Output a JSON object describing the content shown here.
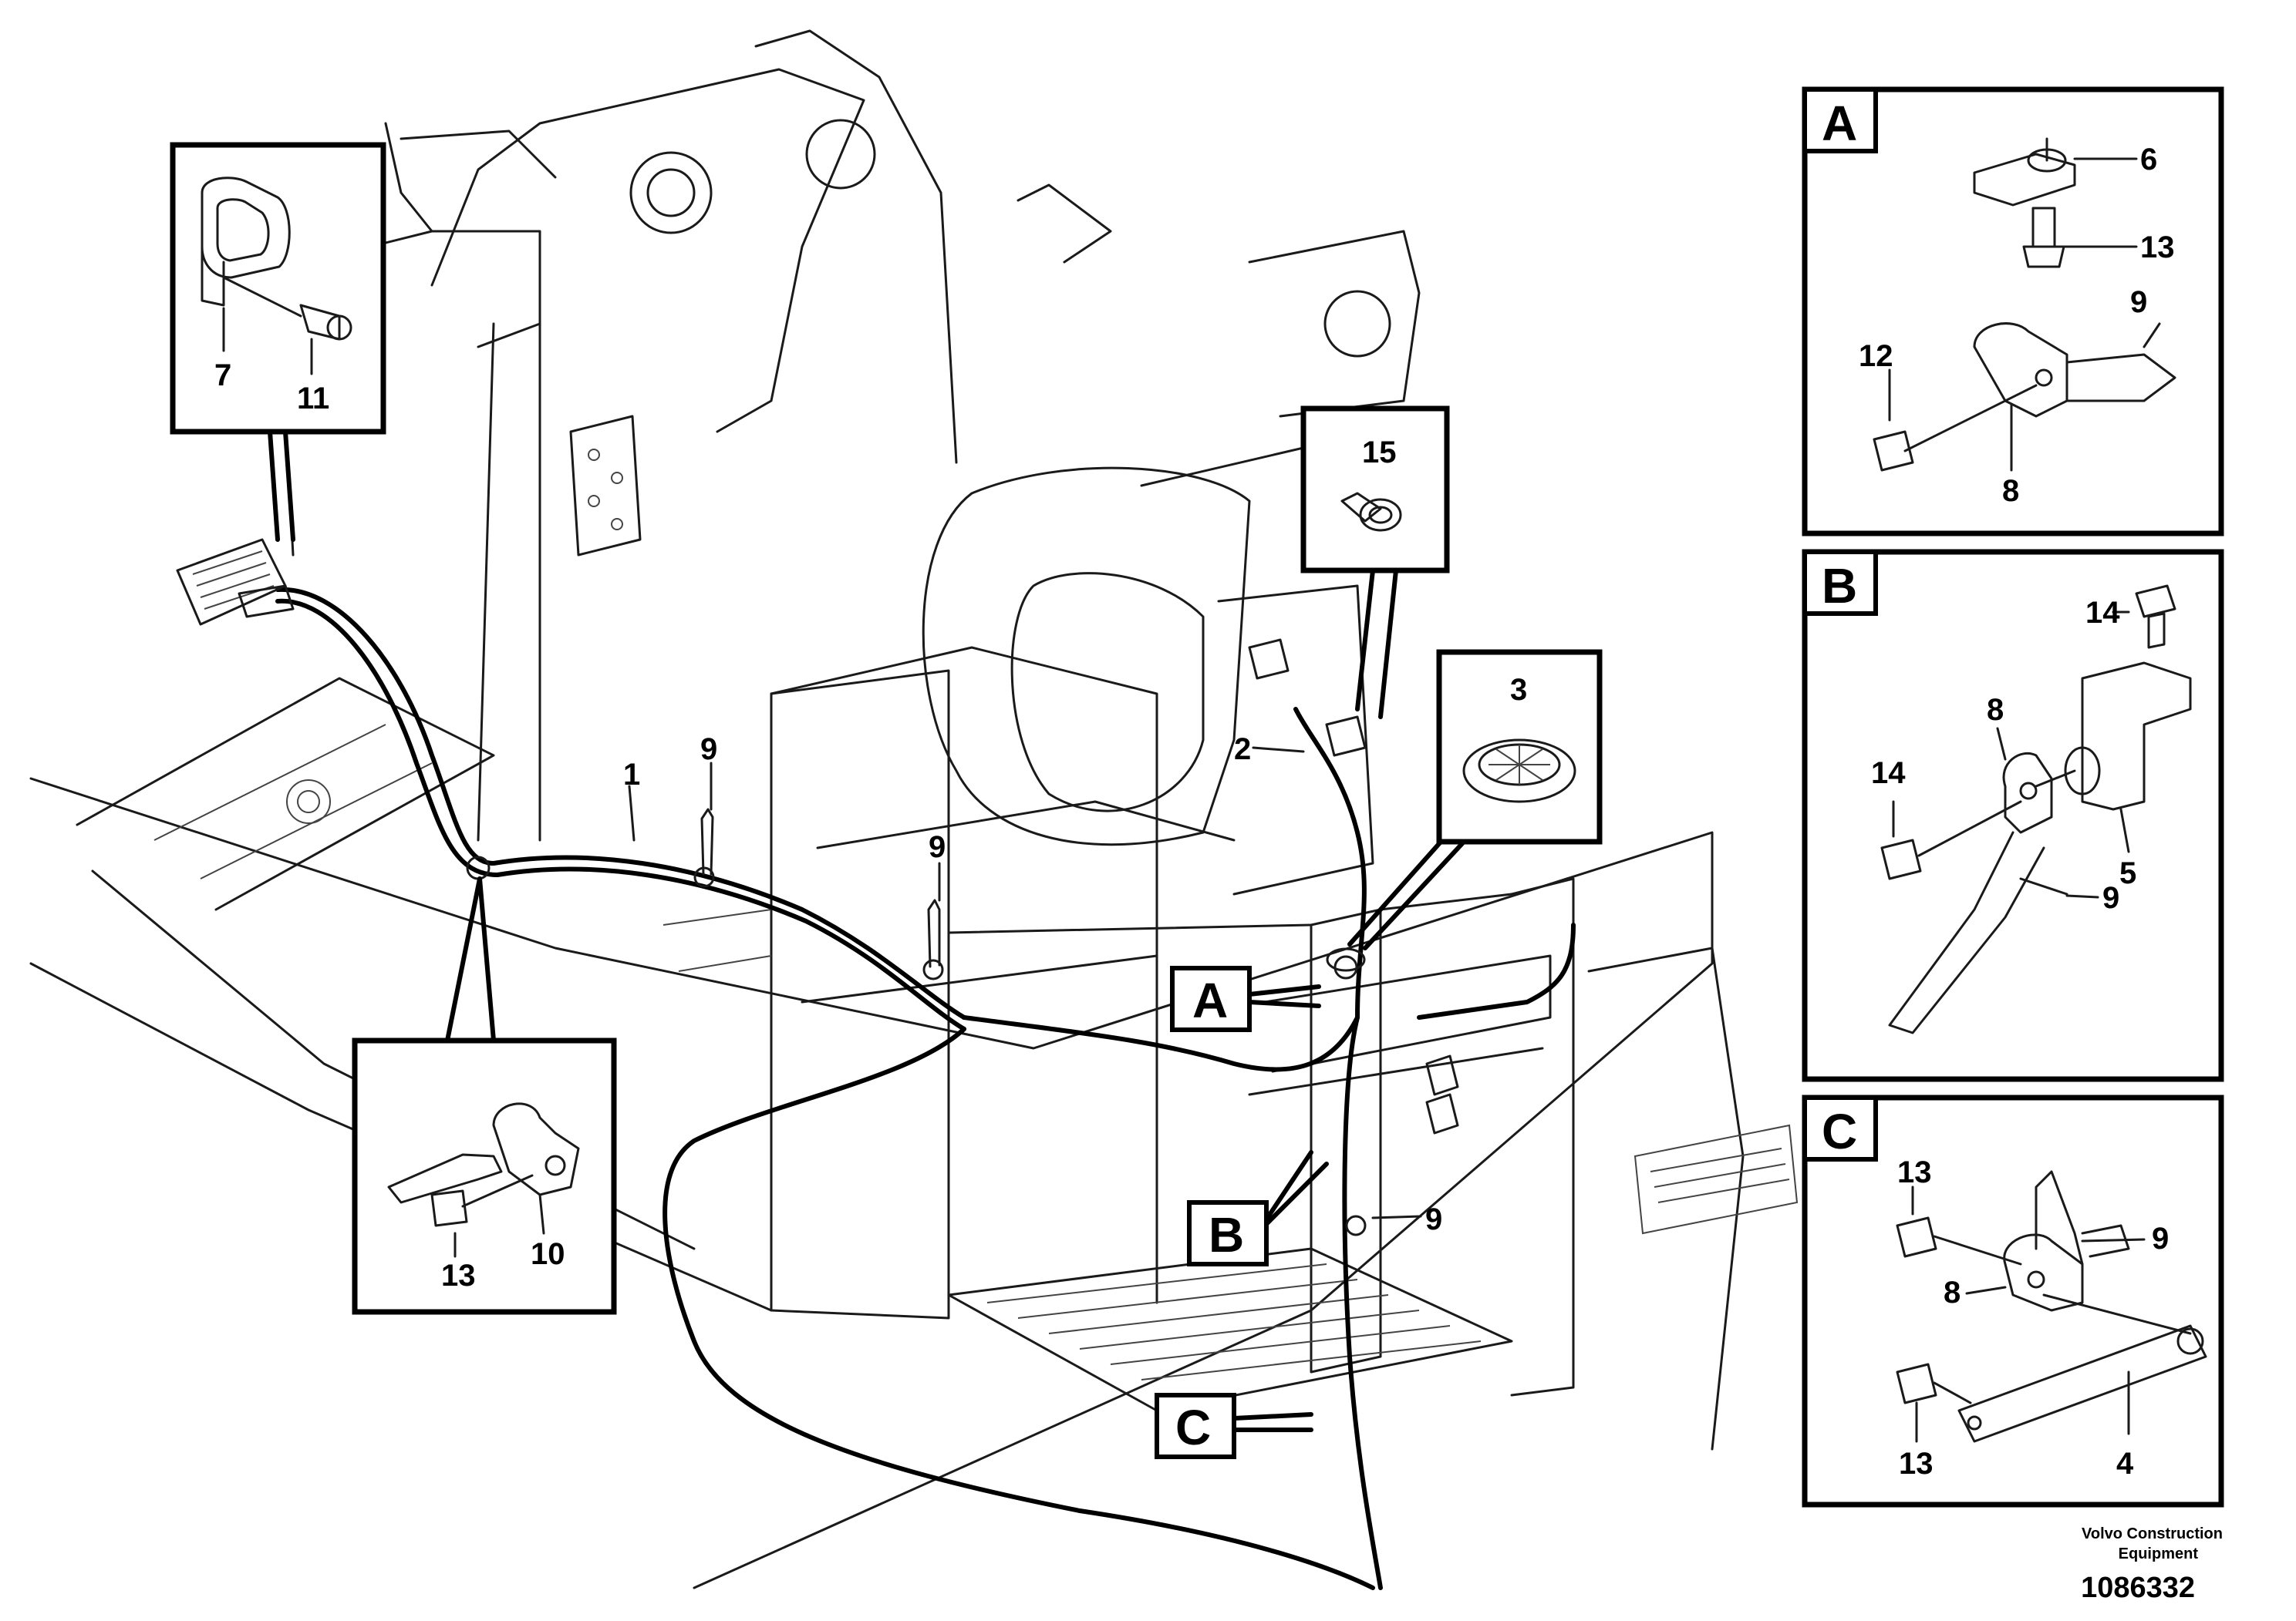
{
  "callouts": {
    "c1": "1",
    "c2": "2",
    "c3": "3",
    "c9a": "9",
    "c9b": "9",
    "c9c": "9",
    "c15": "15",
    "c7": "7",
    "c11": "11",
    "c13": "13",
    "c10": "10"
  },
  "detail_refs": {
    "a": "A",
    "b": "B",
    "c": "C"
  },
  "panel_a": {
    "letter": "A",
    "n6": "6",
    "n13": "13",
    "n9": "9",
    "n12": "12",
    "n8": "8"
  },
  "panel_b": {
    "letter": "B",
    "n14a": "14",
    "n14b": "14",
    "n8": "8",
    "n5": "5",
    "n9": "9"
  },
  "panel_c": {
    "letter": "C",
    "n13a": "13",
    "n9": "9",
    "n8": "8",
    "n13b": "13",
    "n4": "4"
  },
  "footer": {
    "brand_line1": "Volvo Construction",
    "brand_line2": "Equipment",
    "doc_number": "1086332"
  }
}
